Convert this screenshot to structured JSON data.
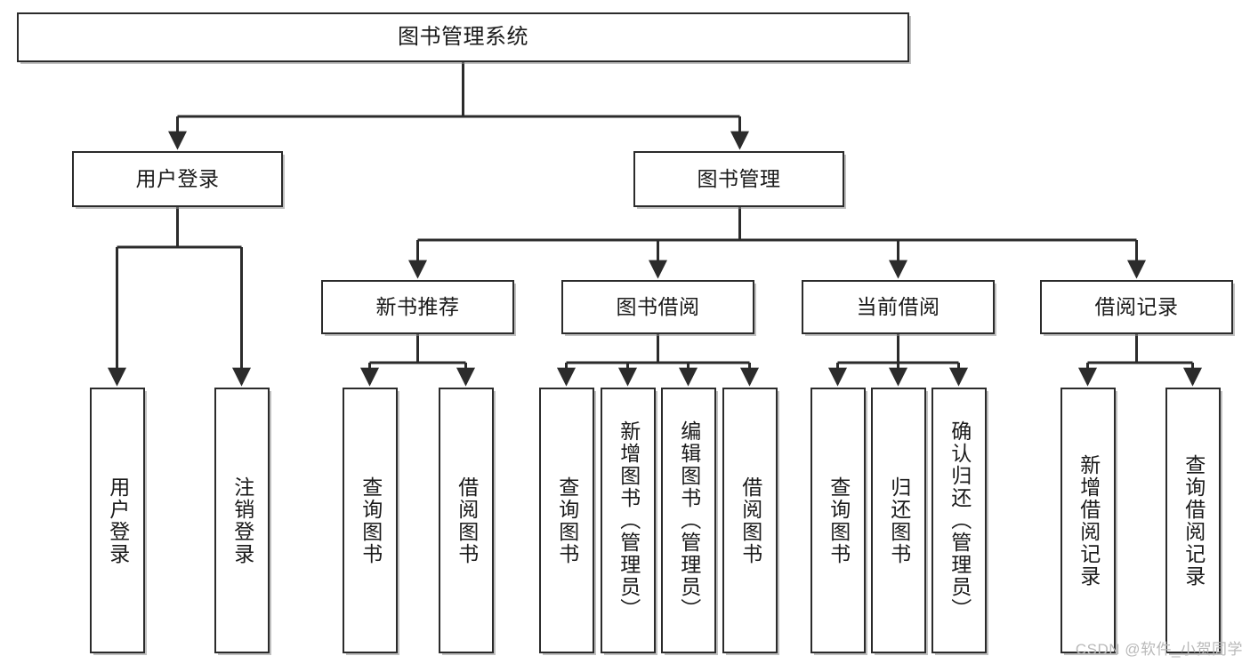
{
  "diagram": {
    "title": "图书管理系统",
    "type": "tree",
    "root": {
      "label": "图书管理系统"
    },
    "level2": [
      {
        "id": "user-login",
        "label": "用户登录"
      },
      {
        "id": "book-manage",
        "label": "图书管理"
      }
    ],
    "level3": [
      {
        "id": "new-book-recommend",
        "label": "新书推荐",
        "parent": "book-manage"
      },
      {
        "id": "book-borrow",
        "label": "图书借阅",
        "parent": "book-manage"
      },
      {
        "id": "current-borrow",
        "label": "当前借阅",
        "parent": "book-manage"
      },
      {
        "id": "borrow-record",
        "label": "借阅记录",
        "parent": "book-manage"
      }
    ],
    "leaves": [
      {
        "id": "leaf-user-login",
        "label": "用户登录",
        "parent": "user-login"
      },
      {
        "id": "leaf-logout-login",
        "label": "注销登录",
        "parent": "user-login"
      },
      {
        "id": "leaf-query-book-1",
        "label": "查询图书",
        "parent": "new-book-recommend"
      },
      {
        "id": "leaf-borrow-book-1",
        "label": "借阅图书",
        "parent": "new-book-recommend"
      },
      {
        "id": "leaf-query-book-2",
        "label": "查询图书",
        "parent": "book-borrow"
      },
      {
        "id": "leaf-add-book",
        "label": "新增图书（管理员）",
        "parent": "book-borrow"
      },
      {
        "id": "leaf-edit-book",
        "label": "编辑图书（管理员）",
        "parent": "book-borrow"
      },
      {
        "id": "leaf-borrow-book-2",
        "label": "借阅图书",
        "parent": "book-borrow"
      },
      {
        "id": "leaf-query-book-3",
        "label": "查询图书",
        "parent": "current-borrow"
      },
      {
        "id": "leaf-return-book",
        "label": "归还图书",
        "parent": "current-borrow"
      },
      {
        "id": "leaf-confirm-return",
        "label": "确认归还（管理员）",
        "parent": "current-borrow"
      },
      {
        "id": "leaf-add-record",
        "label": "新增借阅记录",
        "parent": "borrow-record"
      },
      {
        "id": "leaf-query-record",
        "label": "查询借阅记录",
        "parent": "borrow-record"
      }
    ],
    "colors": {
      "stroke": "#2b2b2b",
      "fill": "#ffffff",
      "shadow": "#8c8c8c",
      "text": "#1a1a1a",
      "watermark": "#b9b9b9"
    }
  },
  "watermark": {
    "text": "CSDN @软件_小贺同学"
  }
}
